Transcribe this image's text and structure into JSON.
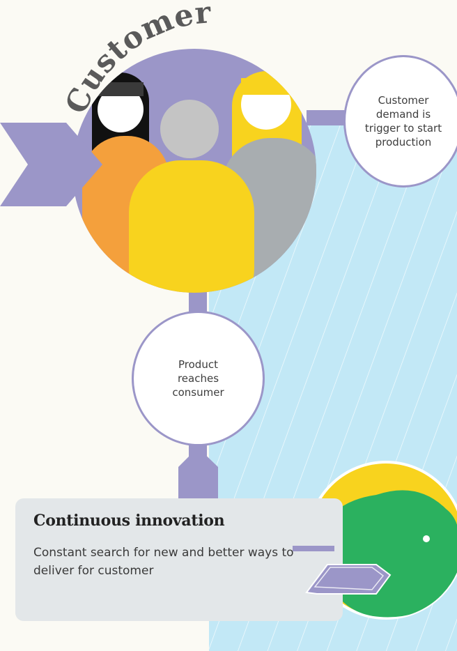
{
  "customer": {
    "title": "Customer"
  },
  "bubbles": {
    "demand": "Customer\ndemand is\ntrigger to start\nproduction",
    "reaches": "Product\nreaches\nconsumer"
  },
  "innovation": {
    "title": "Continuous innovation",
    "description": "Constant search for new and better ways to deliver for customer"
  },
  "colors": {
    "lavender": "#9b96c8",
    "light_blue": "#bfe6f5",
    "orange": "#f4a03c",
    "yellow": "#f8d31e",
    "grey": "#a8adb0",
    "green": "#2bb15f",
    "black": "#111111",
    "dark_text": "#222222",
    "panel": "#e3e7e9"
  }
}
